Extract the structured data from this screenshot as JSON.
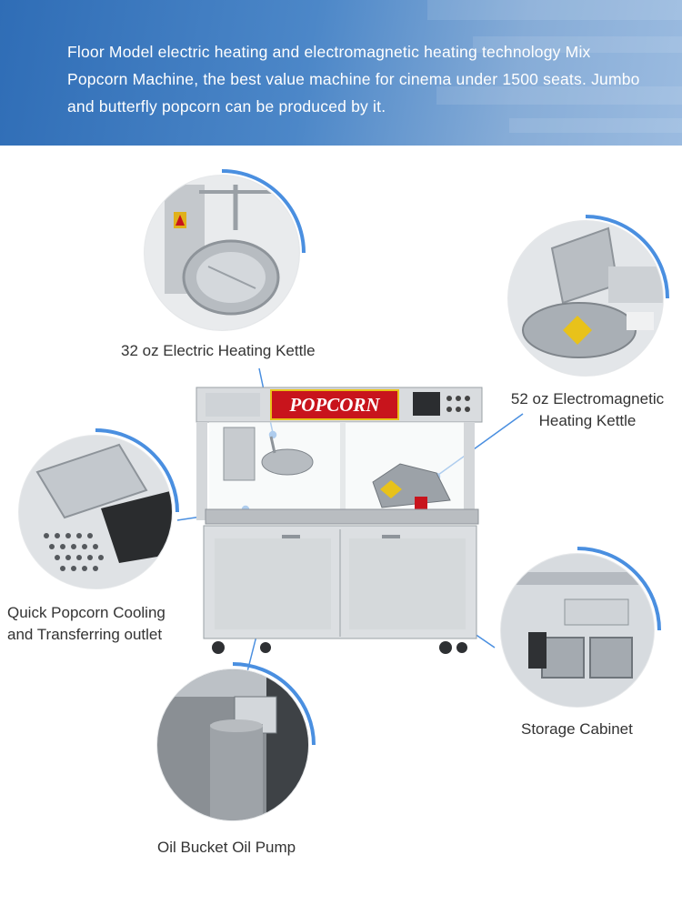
{
  "banner": {
    "text": "Floor Model electric heating and electromagnetic heating technology Mix Popcorn Machine, the best value machine for cinema under 1500 seats. Jumbo and butterfly popcorn can be produced by it."
  },
  "machine": {
    "sign": "POPCORN"
  },
  "callouts": {
    "electric_kettle": "32 oz Electric Heating Kettle",
    "electromagnetic_kettle": "52 oz Electromagnetic Heating Kettle",
    "cooling_outlet": "Quick Popcorn Cooling and Transferring outlet",
    "storage_cabinet": "Storage Cabinet",
    "oil_pump": "Oil Bucket Oil Pump"
  },
  "colors": {
    "accent": "#4a8fe0",
    "sign_red": "#c8141c",
    "banner_blue": "#3f7cc0"
  }
}
